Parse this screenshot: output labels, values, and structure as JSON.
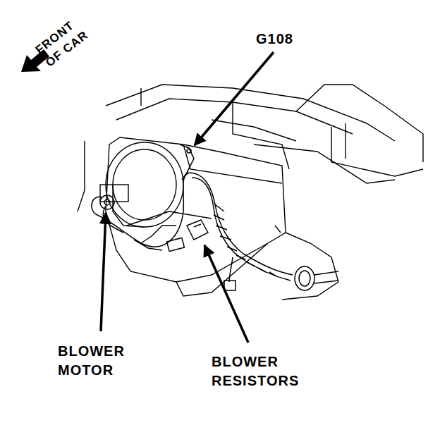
{
  "diagram": {
    "labels": [
      "FRONT OF CAR",
      "G108",
      "BLOWER MOTOR",
      "BLOWER RESISTORS"
    ]
  }
}
